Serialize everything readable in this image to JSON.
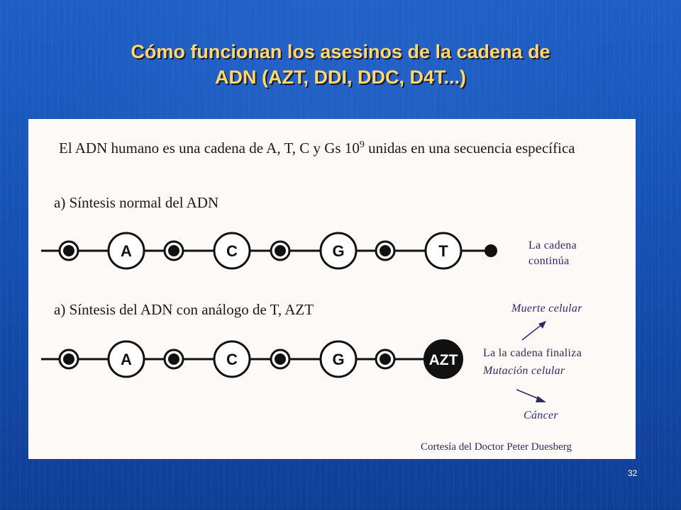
{
  "title": {
    "line1": "Cómo funcionan los asesinos de la cadena de",
    "line2": "ADN (AZT, DDI, DDC, D4T...)"
  },
  "intro": {
    "text_before_exp": "El ADN humano es una cadena de A, T, C y Gs 10",
    "exponent": "9",
    "text_after_exp": " unidas en una secuencia específica"
  },
  "section_normal": {
    "label": "a) Síntesis normal del ADN",
    "bases": [
      "A",
      "C",
      "G",
      "T"
    ],
    "result_line1": "La cadena",
    "result_line2": "continúa"
  },
  "section_azt": {
    "label": "a) Síntesis del ADN con análogo de T, AZT",
    "bases": [
      "A",
      "C",
      "G",
      "AZT"
    ],
    "outcome_up": "Muerte celular",
    "outcome_main": "La la cadena finaliza",
    "outcome_mid": "Mutación celular",
    "outcome_down": "Cáncer"
  },
  "credit": "Cortesía del Doctor  Peter Duesberg",
  "page_number": "32"
}
